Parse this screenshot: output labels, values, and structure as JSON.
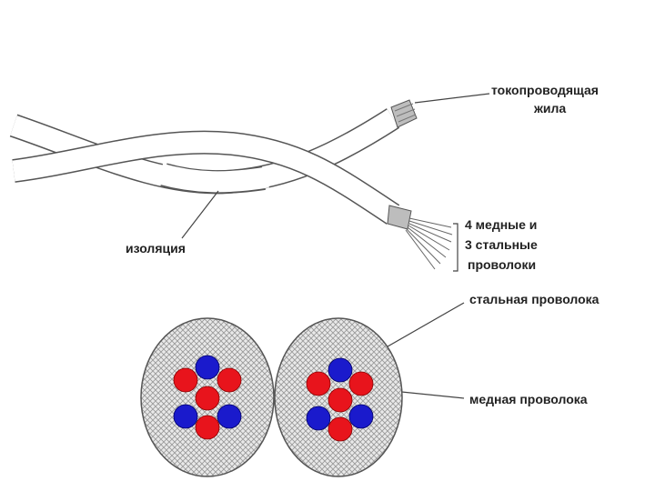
{
  "labels": {
    "conductor_line1": "токопроводящая",
    "conductor_line2": "жила",
    "insulation": "изоляция",
    "wires_line1": "4 медные и",
    "wires_line2": "3 стальные",
    "wires_line3": "проволоки",
    "steel_wire": "стальная проволока",
    "copper_wire": "медная проволока"
  },
  "colors": {
    "copper": "#e8141c",
    "steel": "#1a1acc",
    "outline": "#555555",
    "hatch": "#9a9a9a"
  },
  "cross_sections": [
    {
      "copper_wires": 4,
      "steel_wires": 3
    },
    {
      "copper_wires": 4,
      "steel_wires": 3
    }
  ]
}
